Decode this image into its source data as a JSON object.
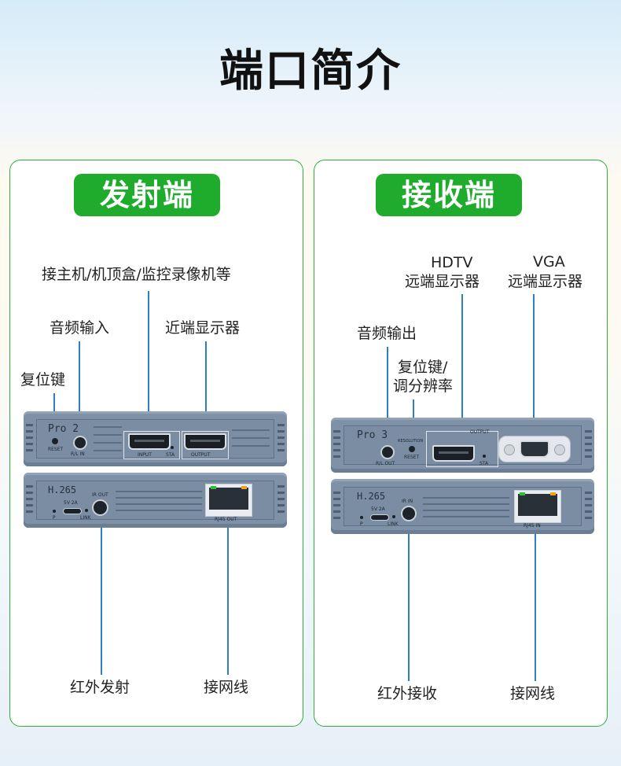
{
  "page_title": "端口简介",
  "left_panel": {
    "header": "发射端",
    "labels": {
      "host": "接主机/机顶盒/监控录像机等",
      "audio": "音频输入",
      "near_display": "近端显示器",
      "reset": "复位键",
      "ir": "红外发射",
      "network": "接网线"
    },
    "device_top": {
      "model": "Pro 2",
      "reset": "RESET",
      "audio_port": "R/L IN",
      "input": "INPUT",
      "sta": "STA",
      "output": "OUTPUT"
    },
    "device_bottom": {
      "codec": "H.265",
      "power": "5V 2A",
      "ir_port": "IR OUT",
      "p": "P",
      "link": "LINK",
      "rj45": "RJ45 OUT"
    }
  },
  "right_panel": {
    "header": "接收端",
    "labels": {
      "hdtv_line1": "HDTV",
      "hdtv_line2": "远端显示器",
      "vga_line1": "VGA",
      "vga_line2": "远端显示器",
      "audio": "音频输出",
      "reset_line1": "复位键/",
      "reset_line2": "调分辨率",
      "ir": "红外接收",
      "network": "接网线"
    },
    "device_top": {
      "model": "Pro 3",
      "resolution": "RESOLUTION",
      "reset": "RESET",
      "audio_port": "R/L OUT",
      "output": "OUTPUT",
      "sta": "STA"
    },
    "device_bottom": {
      "codec": "H.265",
      "power": "5V 2A",
      "ir_port": "IR IN",
      "p": "P",
      "link": "LINK",
      "rj45": "RJ45 IN"
    }
  },
  "colors": {
    "accent_green": "#1fab2c",
    "line_blue": "#2e7fc0",
    "device_gray": "#7f91a6"
  }
}
